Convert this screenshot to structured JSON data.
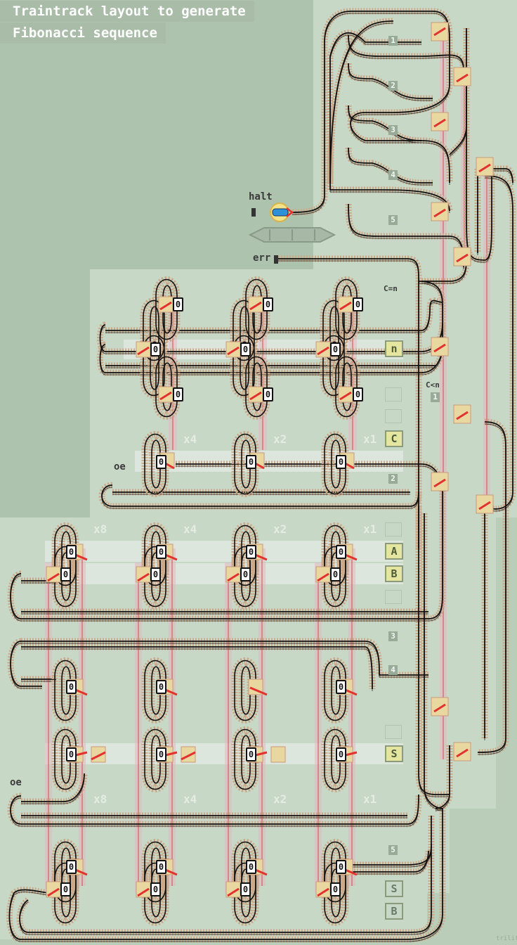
{
  "title": {
    "line1": "Traintrack layout to generate",
    "line2": "Fibonacci sequence"
  },
  "labels": {
    "halt": "halt",
    "err": "err",
    "c_eq_n": "C=n",
    "c_lt_n": "C<n",
    "c_lt_n_sub": "1",
    "oe_top": "oe",
    "oe_bottom": "oe"
  },
  "step_badges": [
    "1",
    "2",
    "3",
    "4",
    "5",
    "2",
    "3",
    "4",
    "5"
  ],
  "multipliers": {
    "c_row": [
      "x4",
      "x2",
      "x1"
    ],
    "ab_row": [
      "x8",
      "x4",
      "x2",
      "x1"
    ],
    "s_row": [
      "x8",
      "x4",
      "x2",
      "x1"
    ]
  },
  "registers": {
    "n": "n",
    "c": "C",
    "a": "A",
    "b": "B",
    "s": "S",
    "s2": "S",
    "b2": "B"
  },
  "bit_value": "0",
  "credit": "trilitr.nl",
  "colors": {
    "background": "#b9cdb8",
    "panel": "#a9bca8",
    "track": "#111111",
    "sleeper": "#c9a98a",
    "switch": "#e3312f",
    "signal_line": "#d9484a"
  }
}
